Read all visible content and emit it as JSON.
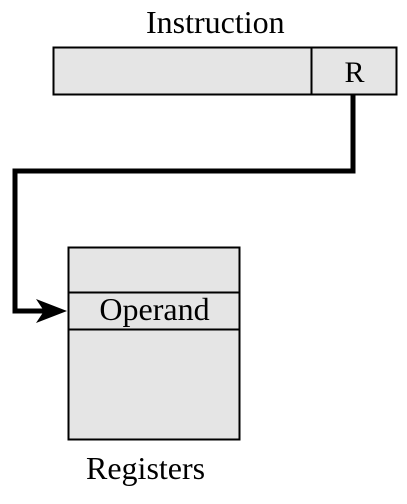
{
  "instruction": {
    "title": "Instruction",
    "register_field": "R"
  },
  "registers": {
    "title": "Registers",
    "operand_label": "Operand"
  },
  "colors": {
    "box_fill": "#e5e5e5",
    "stroke": "#000000",
    "background": "#ffffff"
  }
}
